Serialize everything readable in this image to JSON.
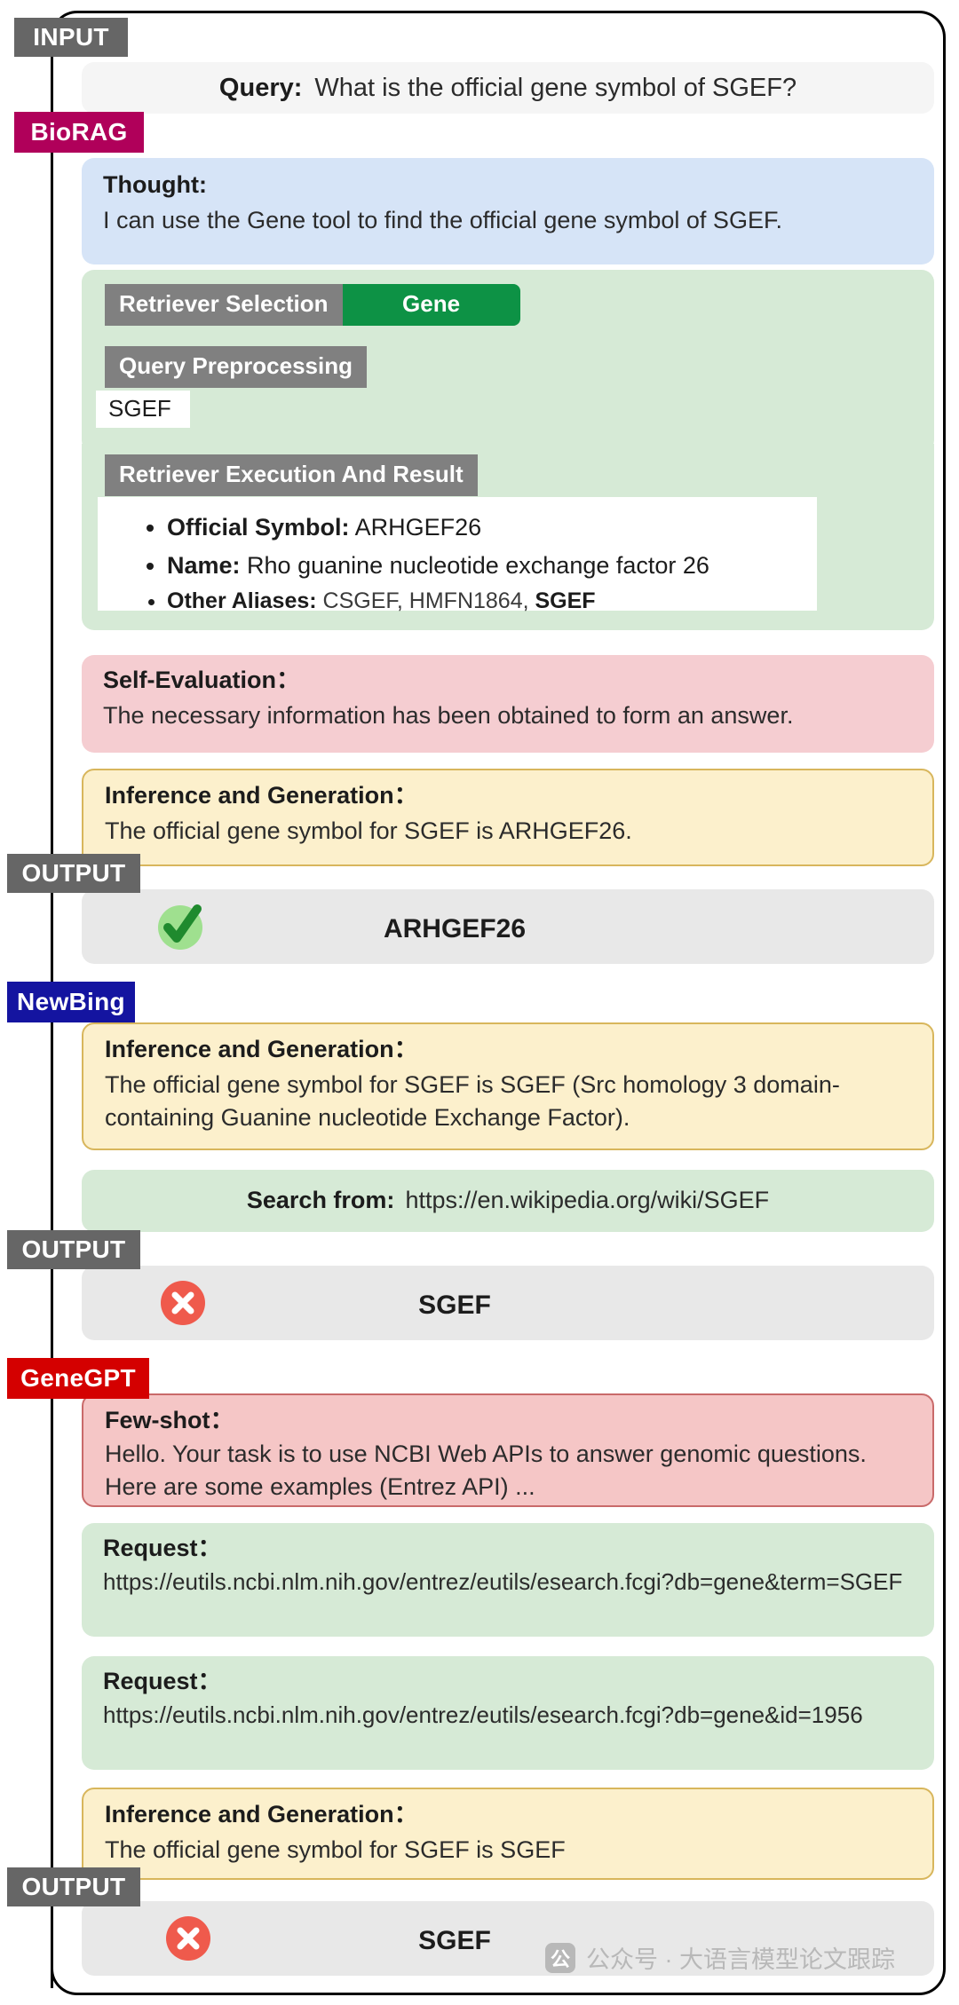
{
  "frame": {
    "tags": {
      "input": "INPUT",
      "output": "OUTPUT",
      "biorag": "BioRAG",
      "newbing": "NewBing",
      "genegpt": "GeneGPT"
    }
  },
  "query": {
    "label": "Query:",
    "text": "What is the official gene symbol of SGEF?"
  },
  "biorag": {
    "thought": {
      "header": "Thought:",
      "text": "I can use the Gene tool to find the official gene symbol of SGEF."
    },
    "retriever": {
      "selection_label": "Retriever Selection",
      "selection_value": "Gene",
      "preprocessing_label": "Query Preprocessing",
      "preprocessing_value": "SGEF",
      "execution_label": "Retriever Execution And Result",
      "results": [
        {
          "key": "Official Symbol:",
          "value": "ARHGEF26"
        },
        {
          "key": "Name:",
          "value": "Rho guanine nucleotide exchange factor 26"
        },
        {
          "key": "Other Aliases:",
          "value": "CSGEF, HMFN1864, ",
          "value_bold": "SGEF"
        }
      ]
    },
    "self_evaluation": {
      "header": "Self-Evaluation：",
      "text": "The necessary information has been obtained to form an answer."
    },
    "inference": {
      "header": "Inference and Generation：",
      "text": "The official gene symbol for SGEF is ARHGEF26."
    },
    "output": {
      "answer": "ARHGEF26",
      "icon": "check-icon",
      "correct": true
    }
  },
  "newbing": {
    "inference": {
      "header": "Inference and Generation：",
      "text": "The official gene symbol for SGEF is SGEF (Src homology 3 domain-containing Guanine nucleotide Exchange Factor)."
    },
    "search": {
      "label": "Search from:",
      "url": "https://en.wikipedia.org/wiki/SGEF"
    },
    "output": {
      "answer": "SGEF",
      "icon": "cross-icon",
      "correct": false
    }
  },
  "genegpt": {
    "fewshot": {
      "header": "Few-shot：",
      "text": "Hello. Your task is to use NCBI Web APIs to answer genomic questions. Here are some examples (Entrez API) ..."
    },
    "requests": [
      {
        "label": "Request：",
        "url": "https://eutils.ncbi.nlm.nih.gov/entrez/eutils/esearch.fcgi?db=gene&term=SGEF"
      },
      {
        "label": "Request：",
        "url": "https://eutils.ncbi.nlm.nih.gov/entrez/eutils/esearch.fcgi?db=gene&id=1956"
      }
    ],
    "inference": {
      "header": "Inference and Generation：",
      "text": "The official gene symbol for SGEF is SGEF"
    },
    "output": {
      "answer": "SGEF",
      "icon": "cross-icon",
      "correct": false
    }
  },
  "watermark": {
    "logo_char": "公",
    "text": "公众号 · 大语言模型论文跟踪"
  },
  "colors": {
    "tag_gray": "#666666",
    "tag_biorag": "#b0005a",
    "tag_newbing": "#1414a0",
    "tag_genegpt": "#d40000",
    "green_accent": "#0d9245",
    "pill_gray": "#808080",
    "check_green": "#2e9e3e",
    "cross_red": "#ef5a4c"
  }
}
